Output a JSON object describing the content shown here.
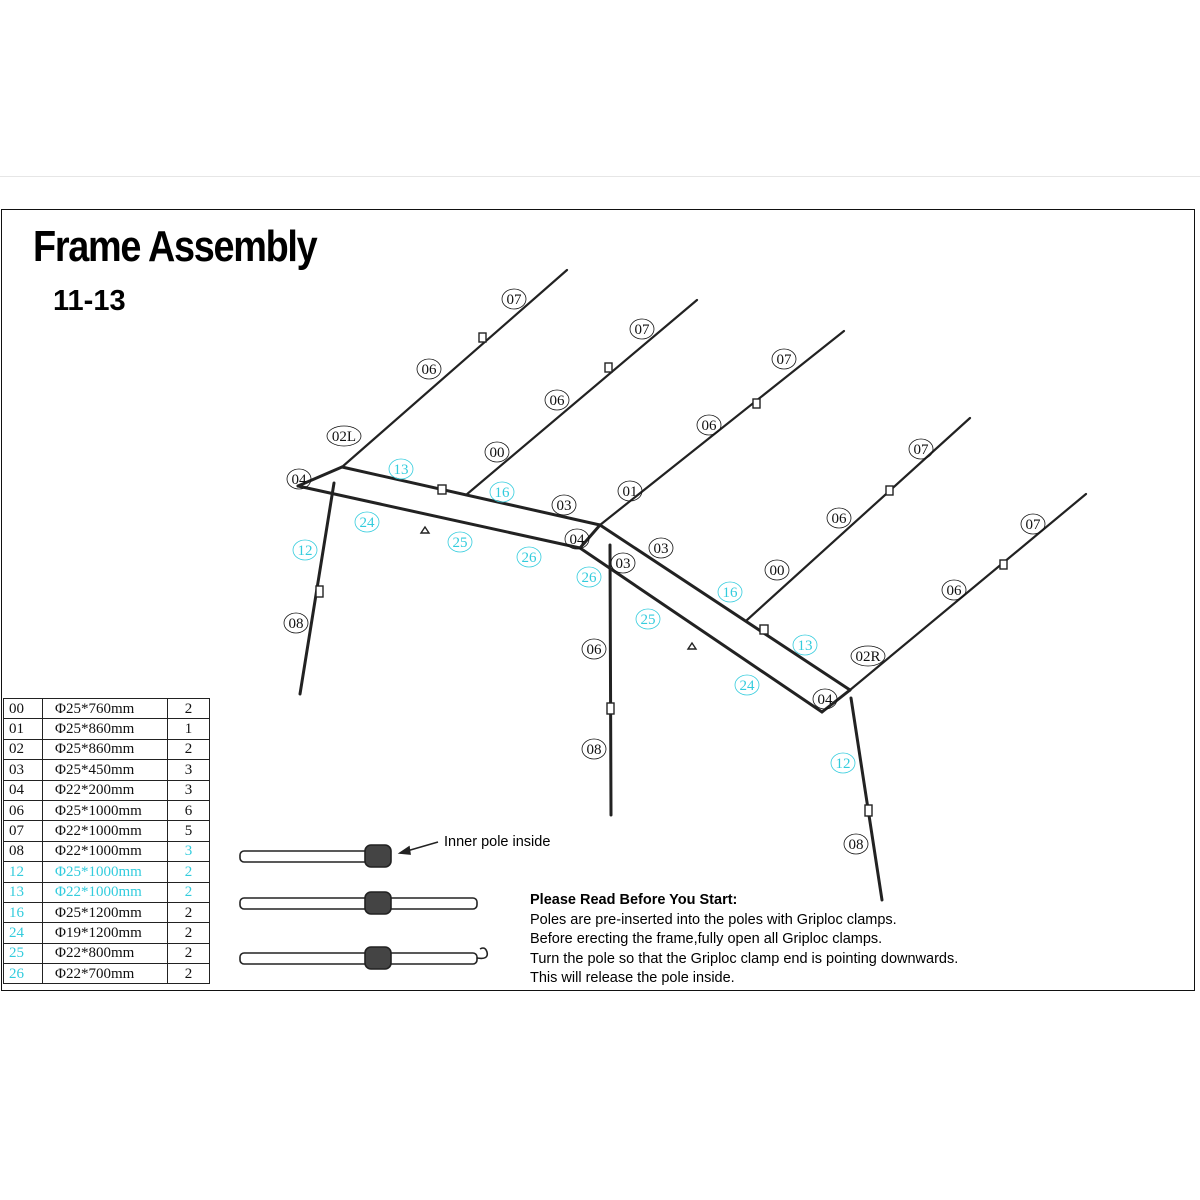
{
  "title": "Frame Assembly",
  "subtitle": "11-13",
  "callout": "Inner pole inside",
  "instructions": {
    "heading": "Please Read Before You Start:",
    "lines": [
      "Poles are pre-inserted into the poles with Griploc clamps.",
      "Before erecting the frame,fully open all Griploc clamps.",
      "Turn the pole so that the Griploc clamp end is pointing downwards.",
      "This will release the pole inside."
    ]
  },
  "colors": {
    "ink": "#111111",
    "highlight": "#33ccdd"
  },
  "parts": [
    {
      "code": "00",
      "size": "Φ25*760mm",
      "qty": "2",
      "code_color": "ink",
      "size_color": "ink",
      "qty_color": "ink"
    },
    {
      "code": "01",
      "size": "Φ25*860mm",
      "qty": "1",
      "code_color": "ink",
      "size_color": "ink",
      "qty_color": "ink"
    },
    {
      "code": "02",
      "size": "Φ25*860mm",
      "qty": "2",
      "code_color": "ink",
      "size_color": "ink",
      "qty_color": "ink"
    },
    {
      "code": "03",
      "size": "Φ25*450mm",
      "qty": "3",
      "code_color": "ink",
      "size_color": "ink",
      "qty_color": "ink"
    },
    {
      "code": "04",
      "size": "Φ22*200mm",
      "qty": "3",
      "code_color": "ink",
      "size_color": "ink",
      "qty_color": "ink"
    },
    {
      "code": "06",
      "size": "Φ25*1000mm",
      "qty": "6",
      "code_color": "ink",
      "size_color": "ink",
      "qty_color": "ink"
    },
    {
      "code": "07",
      "size": "Φ22*1000mm",
      "qty": "5",
      "code_color": "ink",
      "size_color": "ink",
      "qty_color": "ink"
    },
    {
      "code": "08",
      "size": "Φ22*1000mm",
      "qty": "3",
      "code_color": "ink",
      "size_color": "ink",
      "qty_color": "cyan"
    },
    {
      "code": "12",
      "size": "Φ25*1000mm",
      "qty": "2",
      "code_color": "cyan",
      "size_color": "cyan",
      "qty_color": "cyan"
    },
    {
      "code": "13",
      "size": "Φ22*1000mm",
      "qty": "2",
      "code_color": "cyan",
      "size_color": "cyan",
      "qty_color": "cyan"
    },
    {
      "code": "16",
      "size": "Φ25*1200mm",
      "qty": "2",
      "code_color": "cyan",
      "size_color": "ink",
      "qty_color": "ink"
    },
    {
      "code": "24",
      "size": "Φ19*1200mm",
      "qty": "2",
      "code_color": "cyan",
      "size_color": "ink",
      "qty_color": "ink"
    },
    {
      "code": "25",
      "size": "Φ22*800mm",
      "qty": "2",
      "code_color": "cyan",
      "size_color": "ink",
      "qty_color": "ink"
    },
    {
      "code": "26",
      "size": "Φ22*700mm",
      "qty": "2",
      "code_color": "cyan",
      "size_color": "ink",
      "qty_color": "ink"
    }
  ],
  "diagram_labels": [
    {
      "text": "07",
      "color": "ink"
    },
    {
      "text": "06",
      "color": "ink"
    },
    {
      "text": "02L",
      "color": "ink"
    },
    {
      "text": "04",
      "color": "ink"
    },
    {
      "text": "13",
      "color": "cyan"
    },
    {
      "text": "00",
      "color": "ink"
    },
    {
      "text": "16",
      "color": "cyan"
    },
    {
      "text": "03",
      "color": "ink"
    },
    {
      "text": "07",
      "color": "ink"
    },
    {
      "text": "06",
      "color": "ink"
    },
    {
      "text": "07",
      "color": "ink"
    },
    {
      "text": "06",
      "color": "ink"
    },
    {
      "text": "01",
      "color": "ink"
    },
    {
      "text": "24",
      "color": "cyan"
    },
    {
      "text": "25",
      "color": "cyan"
    },
    {
      "text": "26",
      "color": "cyan"
    },
    {
      "text": "12",
      "color": "cyan"
    },
    {
      "text": "04",
      "color": "ink"
    },
    {
      "text": "03",
      "color": "ink"
    },
    {
      "text": "26",
      "color": "cyan"
    },
    {
      "text": "03",
      "color": "ink"
    },
    {
      "text": "08",
      "color": "ink"
    },
    {
      "text": "06",
      "color": "ink"
    },
    {
      "text": "08",
      "color": "ink"
    },
    {
      "text": "07",
      "color": "ink"
    },
    {
      "text": "06",
      "color": "ink"
    },
    {
      "text": "00",
      "color": "ink"
    },
    {
      "text": "16",
      "color": "cyan"
    },
    {
      "text": "07",
      "color": "ink"
    },
    {
      "text": "06",
      "color": "ink"
    },
    {
      "text": "25",
      "color": "cyan"
    },
    {
      "text": "13",
      "color": "cyan"
    },
    {
      "text": "02R",
      "color": "ink"
    },
    {
      "text": "24",
      "color": "cyan"
    },
    {
      "text": "04",
      "color": "ink"
    },
    {
      "text": "12",
      "color": "cyan"
    },
    {
      "text": "08",
      "color": "ink"
    }
  ]
}
